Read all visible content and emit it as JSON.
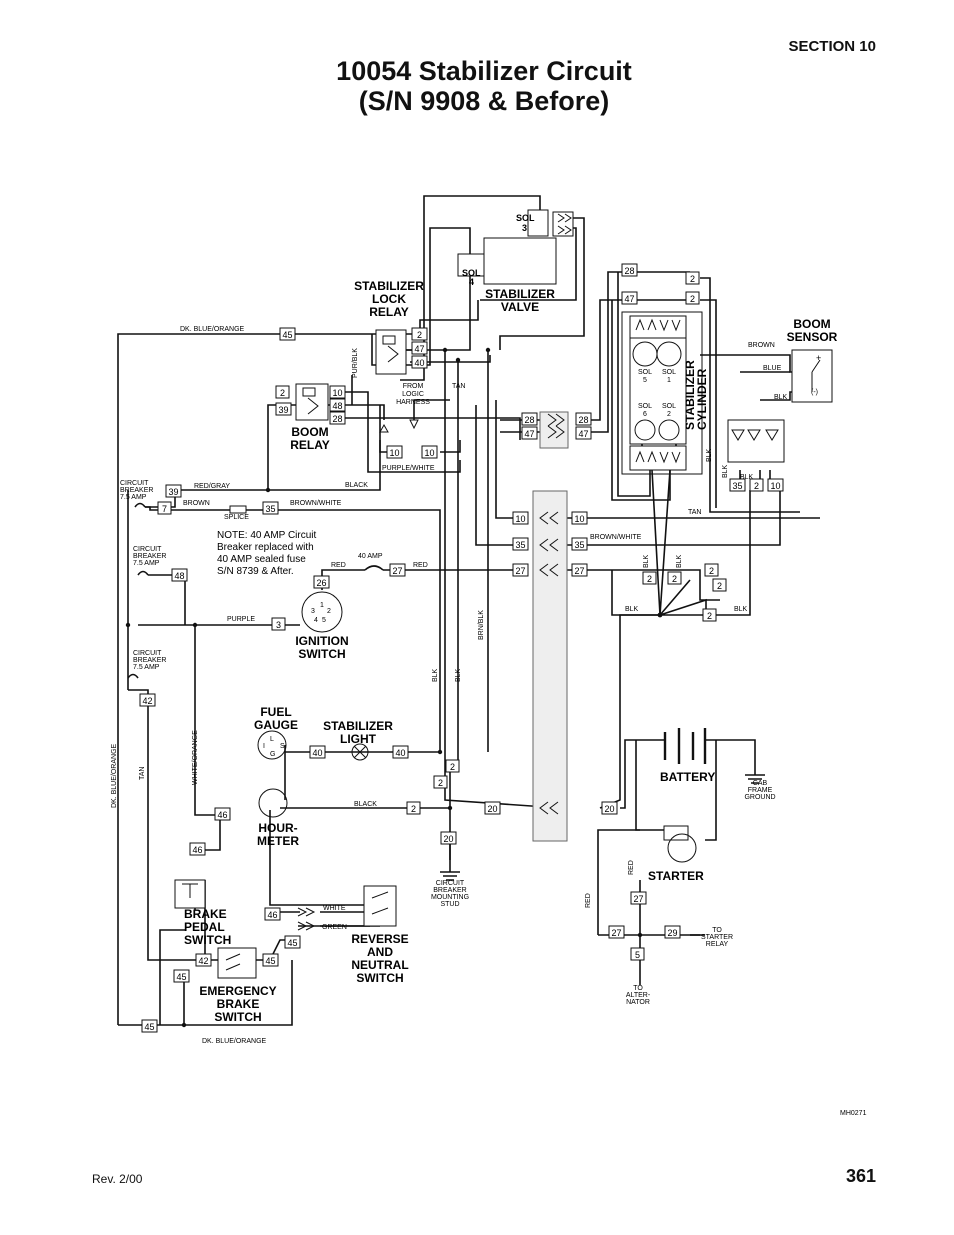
{
  "header": {
    "section": "SECTION 10",
    "title_line1": "10054 Stabilizer Circuit",
    "title_line2": "(S/N 9908 & Before)"
  },
  "footer": {
    "revision": "Rev. 2/00",
    "page_number": "361",
    "figure_id": "MH0271"
  },
  "components": {
    "sol3": [
      "SOL",
      "3"
    ],
    "sol4": [
      "SOL",
      "4"
    ],
    "stabilizer_valve": [
      "STABILIZER",
      "VALVE"
    ],
    "stabilizer_lock_relay": [
      "STABILIZER",
      "LOCK",
      "RELAY"
    ],
    "boom_relay": [
      "BOOM",
      "RELAY"
    ],
    "boom_sensor": [
      "BOOM",
      "SENSOR"
    ],
    "stabilizer_cylinder": [
      "STABILIZER",
      "CYLINDER"
    ],
    "cyl_sols": [
      [
        "SOL",
        "5"
      ],
      [
        "SOL",
        "1"
      ],
      [
        "SOL",
        "6"
      ],
      [
        "SOL",
        "2"
      ]
    ],
    "ignition_switch": [
      "IGNITION",
      "SWITCH"
    ],
    "fuel_gauge": [
      "FUEL",
      "GAUGE"
    ],
    "stabilizer_light": [
      "STABILIZER",
      "LIGHT"
    ],
    "hour_meter": [
      "HOUR-",
      "METER"
    ],
    "battery": "BATTERY",
    "starter": "STARTER",
    "brake_pedal_switch": [
      "BRAKE",
      "PEDAL",
      "SWITCH"
    ],
    "emergency_brake_switch": [
      "EMERGENCY",
      "BRAKE",
      "SWITCH"
    ],
    "reverse_neutral_switch": [
      "REVERSE",
      "AND",
      "NEUTRAL",
      "SWITCH"
    ]
  },
  "note": [
    "NOTE: 40 AMP Circuit",
    "Breaker replaced with",
    "40 AMP sealed fuse",
    "S/N 8739 & After."
  ],
  "small_labels": {
    "from_logic_harness": [
      "FROM",
      "LOGIC",
      "HARNESS"
    ],
    "cb1": [
      "CIRCUIT",
      "BREAKER",
      "7.5 AMP"
    ],
    "cb2": [
      "CIRCUIT",
      "BREAKER",
      "7.5 AMP"
    ],
    "cb3": [
      "CIRCUIT",
      "BREAKER",
      "7.5 AMP"
    ],
    "splice": "SPLICE",
    "fuse40": "40 AMP",
    "cab_frame_ground": [
      "CAB",
      "FRAME",
      "GROUND"
    ],
    "cb_mounting_stud": [
      "CIRCUIT",
      "BREAKER",
      "MOUNTING",
      "STUD"
    ],
    "to_starter_relay": [
      "TO",
      "STARTER",
      "RELAY"
    ],
    "to_alternator": [
      "TO",
      "ALTER-",
      "NATOR"
    ],
    "ignition_pins": [
      "1",
      "2",
      "3",
      "4",
      "5"
    ],
    "fuel_gauge_pins": [
      "L",
      "I",
      "S",
      "G"
    ],
    "boom_sensor_terms": [
      "+",
      "(-)"
    ]
  },
  "wire_colors": {
    "dk_blue_orange": "DK. BLUE/ORANGE",
    "pur_blk": "PUR/BLK",
    "tan": "TAN",
    "purple_white": "PURPLE/WHITE",
    "black": "BLACK",
    "red_gray": "RED/GRAY",
    "brown": "BROWN",
    "brown_white": "BROWN/WHITE",
    "red": "RED",
    "purple": "PURPLE",
    "white_orange": "WHITE/ORANGE",
    "white": "WHITE",
    "green": "GREEN",
    "blk": "BLK",
    "brn_blk": "BRN/BLK",
    "blue": "BLUE"
  },
  "wire_numbers": {
    "n45_top": "45",
    "n2_lock": "2",
    "n47_lock": "47",
    "n40_lock": "40",
    "n2_boom": "2",
    "n39_boom": "39",
    "n10_boom": "10",
    "n48_boom": "48",
    "n28_boom": "28",
    "n10_a": "10",
    "n10_b": "10",
    "n28_cyl_top": "28",
    "n47_cyl_top": "47",
    "n2_cyl_a": "2",
    "n2_cyl_b": "2",
    "n28_conn_l": "28",
    "n47_conn_l": "47",
    "n28_conn_r": "28",
    "n47_conn_r": "47",
    "n35_cyl": "35",
    "n2_cyl_c": "2",
    "n10_cyl": "10",
    "n39_cb": "39",
    "n7_cb": "7",
    "n35_splice": "35",
    "n48_cb": "48",
    "n27_fuse": "27",
    "n26_ign": "26",
    "n3_ign": "3",
    "n42_cb": "42",
    "n10_cl": "10",
    "n10_cr": "10",
    "n35_cl": "35",
    "n35_cr": "35",
    "n27_cl": "27",
    "n27_cr": "27",
    "n2_g1": "2",
    "n2_g2": "2",
    "n2_g3": "2",
    "n2_g4": "2",
    "n2_g5": "2",
    "n40_fuel": "40",
    "n40_light": "40",
    "n2_lt1": "2",
    "n2_lt2": "2",
    "n46_hour": "46",
    "n2_hour": "2",
    "n20_mid": "20",
    "n20_gnd": "20",
    "n20_batt": "20",
    "n46_brake": "46",
    "n46_rev": "46",
    "n45_rev": "45",
    "n42_emb": "42",
    "n45_emb": "45",
    "n45_left": "45",
    "n45_bot": "45",
    "n27_st": "27",
    "n27_st2": "27",
    "n29_st": "29",
    "n5_st": "5"
  }
}
